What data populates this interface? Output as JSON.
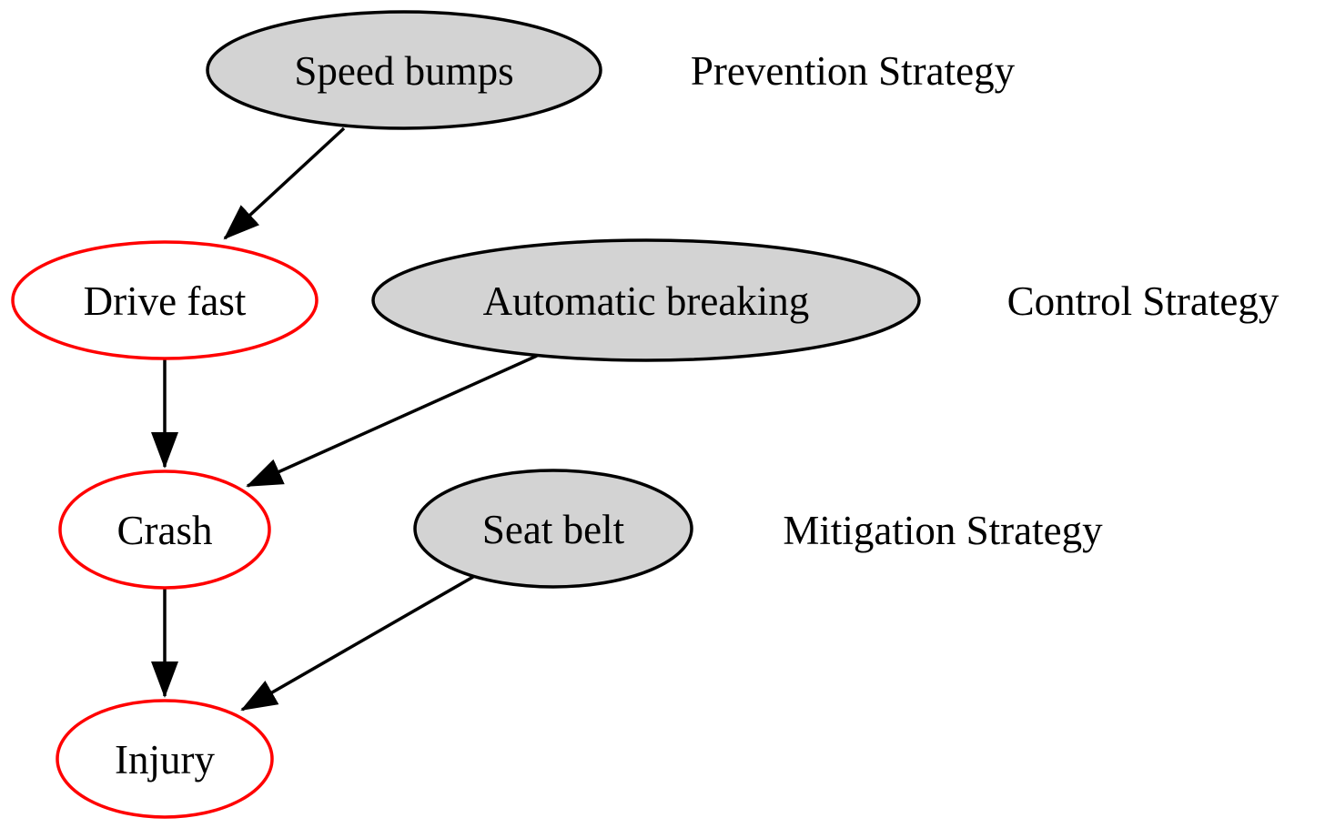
{
  "diagram": {
    "kind": "causal-safety-strategy-graph",
    "background": "#ffffff",
    "colors": {
      "strategy_node_fill": "#d3d3d3",
      "strategy_node_stroke": "#000000",
      "hazard_node_fill": "#ffffff",
      "hazard_node_stroke": "#ff0000",
      "edge": "#000000",
      "text": "#000000"
    },
    "nodes": [
      {
        "id": "speed-bumps",
        "label": "Speed bumps",
        "fill": "#d3d3d3",
        "stroke": "#000000"
      },
      {
        "id": "drive-fast",
        "label": "Drive fast",
        "fill": "#ffffff",
        "stroke": "#ff0000"
      },
      {
        "id": "automatic-breaking",
        "label": "Automatic breaking",
        "fill": "#d3d3d3",
        "stroke": "#000000"
      },
      {
        "id": "crash",
        "label": "Crash",
        "fill": "#ffffff",
        "stroke": "#ff0000"
      },
      {
        "id": "seat-belt",
        "label": "Seat belt",
        "fill": "#d3d3d3",
        "stroke": "#000000"
      },
      {
        "id": "injury",
        "label": "Injury",
        "fill": "#ffffff",
        "stroke": "#ff0000"
      }
    ],
    "annotations": [
      {
        "id": "prevention",
        "text": "Prevention Strategy"
      },
      {
        "id": "control",
        "text": "Control Strategy"
      },
      {
        "id": "mitigation",
        "text": "Mitigation Strategy"
      }
    ],
    "edges": [
      {
        "from": "Speed bumps",
        "to": "Drive fast"
      },
      {
        "from": "Drive fast",
        "to": "Crash"
      },
      {
        "from": "Automatic breaking",
        "to": "Crash"
      },
      {
        "from": "Crash",
        "to": "Injury"
      },
      {
        "from": "Seat belt",
        "to": "Injury"
      }
    ]
  }
}
